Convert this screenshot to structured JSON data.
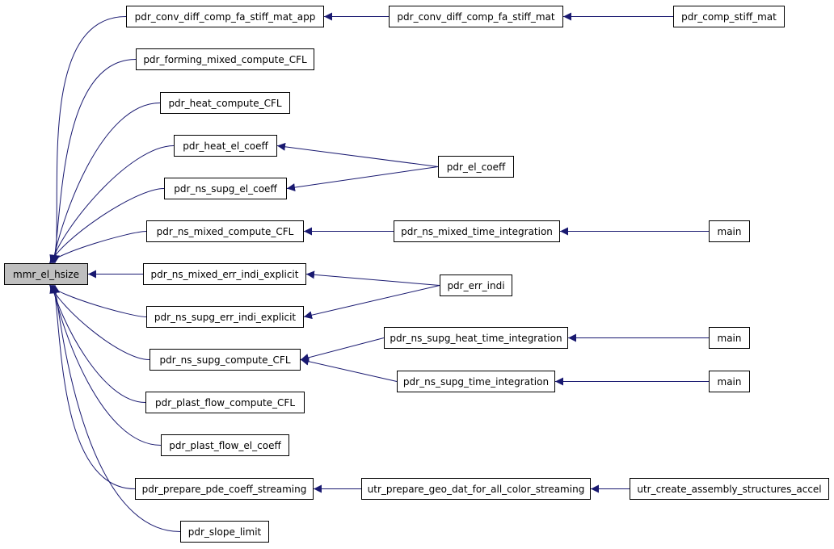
{
  "colors": {
    "edge": "#191970",
    "node_border": "#000000",
    "root_fill": "#bfbfbf",
    "node_fill": "#ffffff"
  },
  "nodes": {
    "root": "mmr_el_hsize",
    "conv_app": "pdr_conv_diff_comp_fa_stiff_mat_app",
    "conv": "pdr_conv_diff_comp_fa_stiff_mat",
    "comp_stiff": "pdr_comp_stiff_mat",
    "forming": "pdr_forming_mixed_compute_CFL",
    "heat_cfl": "pdr_heat_compute_CFL",
    "heat_el": "pdr_heat_el_coeff",
    "el_coeff": "pdr_el_coeff",
    "ns_supg_el": "pdr_ns_supg_el_coeff",
    "ns_mixed_cfl": "pdr_ns_mixed_compute_CFL",
    "ns_mixed_ti": "pdr_ns_mixed_time_integration",
    "main1": "main",
    "ns_mixed_err": "pdr_ns_mixed_err_indi_explicit",
    "err_indi": "pdr_err_indi",
    "ns_supg_err": "pdr_ns_supg_err_indi_explicit",
    "ns_supg_heat_ti": "pdr_ns_supg_heat_time_integration",
    "main2": "main",
    "ns_supg_cfl": "pdr_ns_supg_compute_CFL",
    "ns_supg_ti": "pdr_ns_supg_time_integration",
    "main3": "main",
    "plast_cfl": "pdr_plast_flow_compute_CFL",
    "plast_el": "pdr_plast_flow_el_coeff",
    "prepare": "pdr_prepare_pde_coeff_streaming",
    "utr_prepare": "utr_prepare_geo_dat_for_all_color_streaming",
    "utr_create": "utr_create_assembly_structures_accel",
    "slope": "pdr_slope_limit"
  },
  "edges": [
    [
      "conv_app",
      "root"
    ],
    [
      "forming",
      "root"
    ],
    [
      "heat_cfl",
      "root"
    ],
    [
      "heat_el",
      "root"
    ],
    [
      "ns_supg_el",
      "root"
    ],
    [
      "ns_mixed_cfl",
      "root"
    ],
    [
      "ns_mixed_err",
      "root"
    ],
    [
      "ns_supg_err",
      "root"
    ],
    [
      "ns_supg_cfl",
      "root"
    ],
    [
      "plast_cfl",
      "root"
    ],
    [
      "plast_el",
      "root"
    ],
    [
      "prepare",
      "root"
    ],
    [
      "slope",
      "root"
    ],
    [
      "conv",
      "conv_app"
    ],
    [
      "comp_stiff",
      "conv"
    ],
    [
      "el_coeff",
      "heat_el"
    ],
    [
      "el_coeff",
      "ns_supg_el"
    ],
    [
      "ns_mixed_ti",
      "ns_mixed_cfl"
    ],
    [
      "main1",
      "ns_mixed_ti"
    ],
    [
      "err_indi",
      "ns_mixed_err"
    ],
    [
      "err_indi",
      "ns_supg_err"
    ],
    [
      "ns_supg_heat_ti",
      "ns_supg_cfl"
    ],
    [
      "ns_supg_ti",
      "ns_supg_cfl"
    ],
    [
      "main2",
      "ns_supg_heat_ti"
    ],
    [
      "main3",
      "ns_supg_ti"
    ],
    [
      "utr_prepare",
      "prepare"
    ],
    [
      "utr_create",
      "utr_prepare"
    ]
  ]
}
